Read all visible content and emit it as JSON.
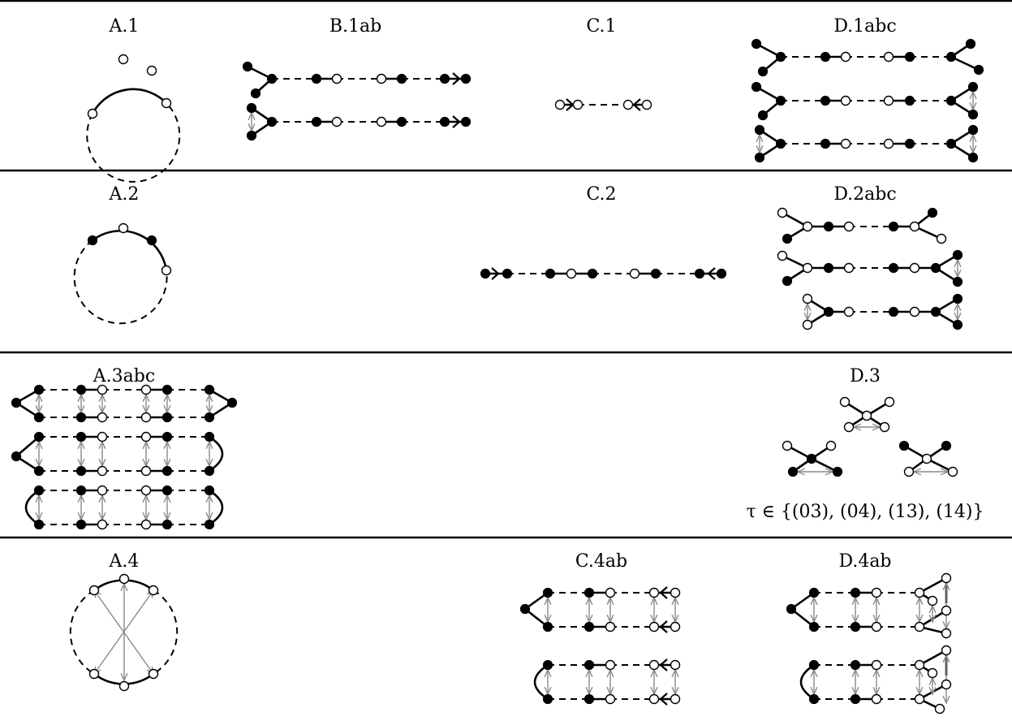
{
  "rows": [
    {
      "name": "row-1",
      "cells": [
        {
          "label": "A.1"
        },
        {
          "label": "B.1ab"
        },
        {
          "label": "C.1"
        },
        {
          "label": "D.1abc"
        }
      ]
    },
    {
      "name": "row-2",
      "cells": [
        {
          "label": "A.2"
        },
        {
          "label": ""
        },
        {
          "label": "C.2"
        },
        {
          "label": "D.2abc"
        }
      ]
    },
    {
      "name": "row-3",
      "cells": [
        {
          "label": "A.3abc"
        },
        {
          "label": ""
        },
        {
          "label": ""
        },
        {
          "label": "D.3"
        }
      ]
    },
    {
      "name": "row-4",
      "cells": [
        {
          "label": "A.4"
        },
        {
          "label": ""
        },
        {
          "label": "C.4ab"
        },
        {
          "label": "D.4ab"
        }
      ]
    }
  ],
  "d3_caption": "τ ∈ {(03), (04), (13), (14)}",
  "colors": {
    "rule": "#000000",
    "edge": "#000000",
    "transposition_arrow": "#8a8a8a",
    "white_node": "#ffffff",
    "black_node": "#000000"
  }
}
